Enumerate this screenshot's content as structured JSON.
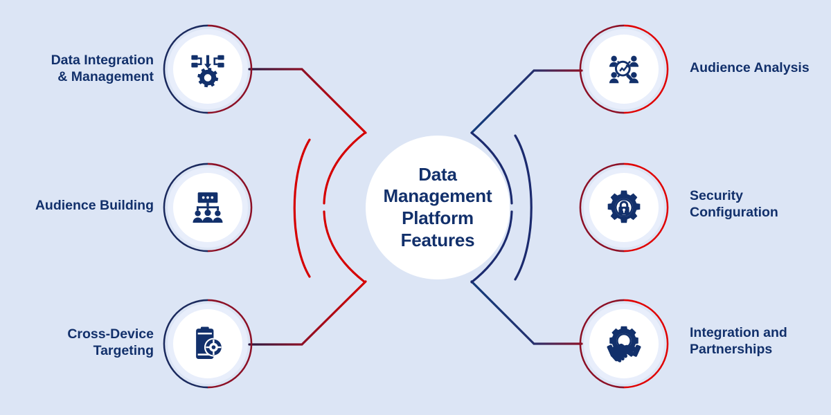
{
  "theme": {
    "background": "#dce5f5",
    "navy": "#12306b",
    "deep_navy": "#1b2a5e",
    "red": "#e00000",
    "dark_red": "#8c1026",
    "icon_color": "#12306b",
    "node_inner": "#ffffff",
    "node_halo": "#e8eefb"
  },
  "center": {
    "title": "Data\nManagement\nPlatform\nFeatures",
    "title_lines": [
      "Data",
      "Management",
      "Platform",
      "Features"
    ]
  },
  "left_branch": {
    "accent": "#8c1026",
    "items": [
      {
        "label": "Data Integration\n& Management",
        "icon": "data-integration-icon",
        "ring_colors": [
          "#1b2a5e",
          "#8c1026"
        ]
      },
      {
        "label": "Audience Building",
        "icon": "audience-building-icon",
        "ring_colors": [
          "#1b2a5e",
          "#8c1026"
        ]
      },
      {
        "label": "Cross-Device\nTargeting",
        "icon": "cross-device-targeting-icon",
        "ring_colors": [
          "#1b2a5e",
          "#8c1026"
        ]
      }
    ]
  },
  "right_branch": {
    "accent": "#1b2a5e",
    "items": [
      {
        "label": "Audience Analysis",
        "icon": "audience-analysis-icon",
        "ring_colors": [
          "#8c1026",
          "#e00000"
        ]
      },
      {
        "label": "Security\nConfiguration",
        "icon": "security-configuration-icon",
        "ring_colors": [
          "#8c1026",
          "#e00000"
        ]
      },
      {
        "label": "Integration and\nPartnerships",
        "icon": "integration-partnerships-icon",
        "ring_colors": [
          "#8c1026",
          "#e00000"
        ]
      }
    ]
  },
  "diagram": {
    "type": "radial-feature-map",
    "node_count": 6,
    "connector_style": "elbow-and-arc"
  }
}
